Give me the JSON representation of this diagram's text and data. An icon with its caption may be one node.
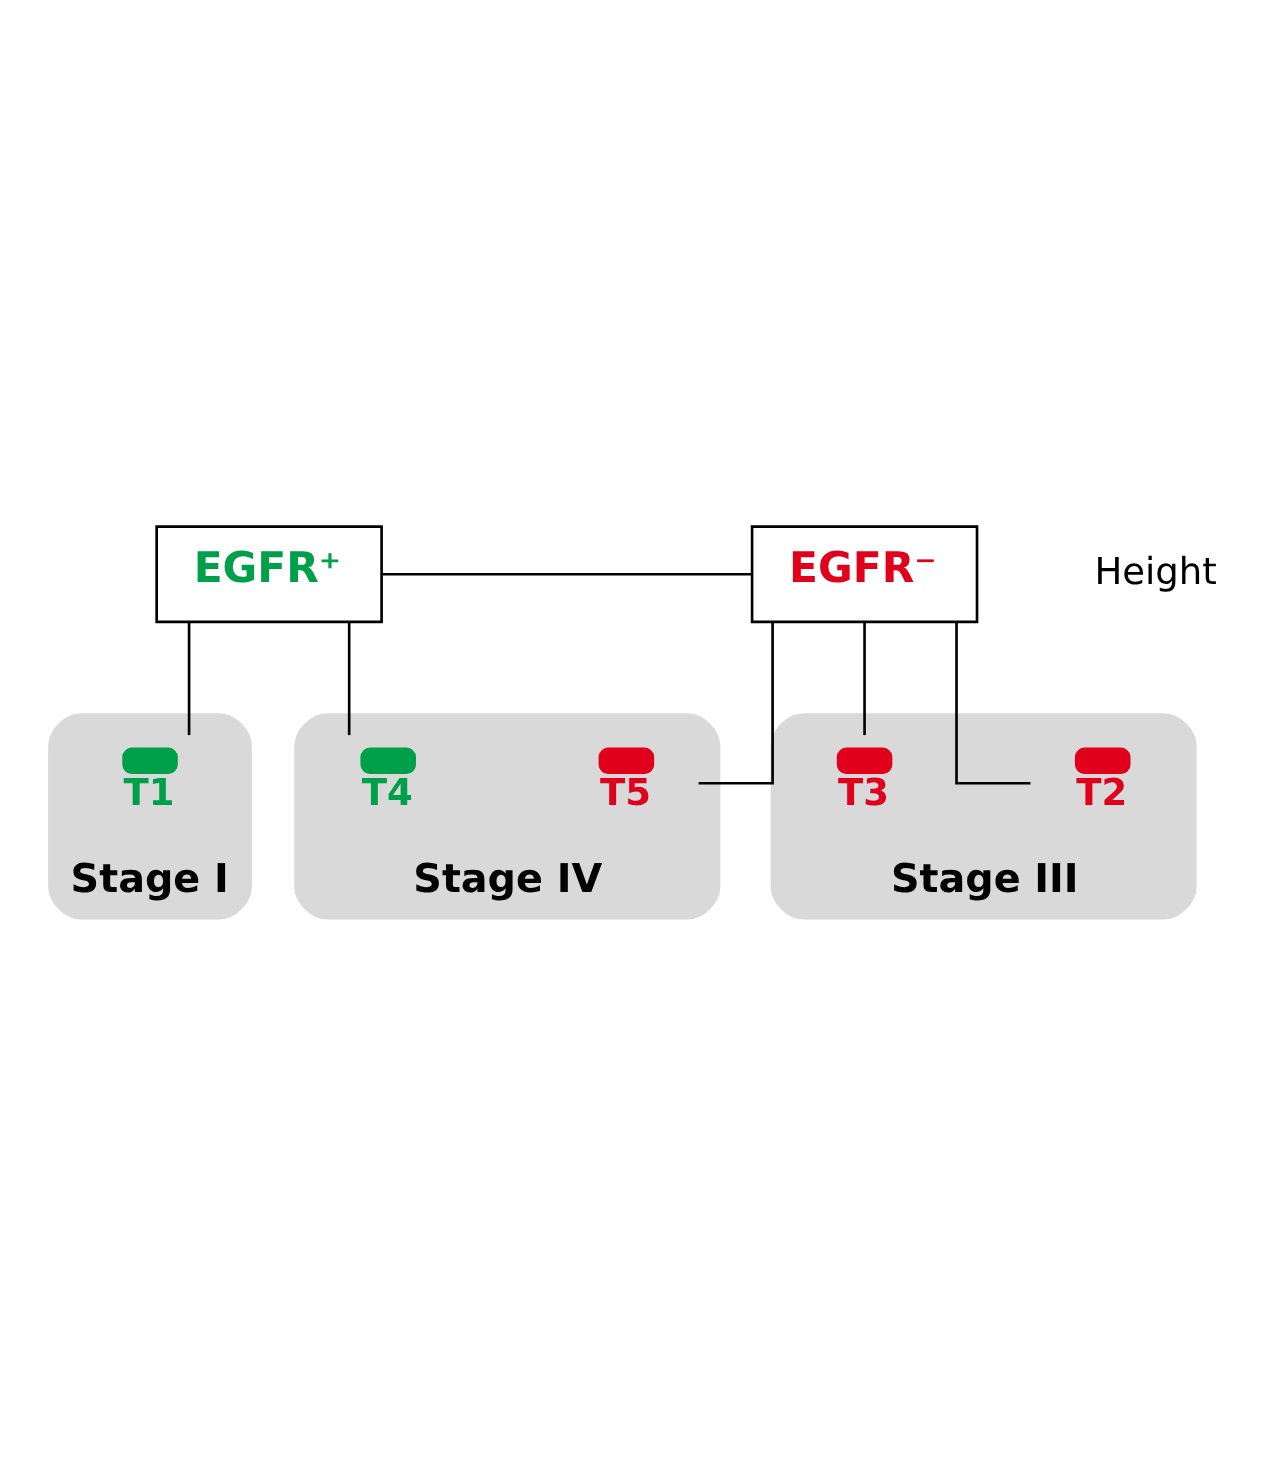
{
  "diagram": {
    "nodes": [
      {
        "text": [
          "EGFR⁺"
        ]
      },
      {
        "text": [
          "EGFR⁻"
        ]
      },
      {
        "text": [
          "Stage I"
        ]
      },
      {
        "text": [
          "T1"
        ],
        "in": 2
      },
      {
        "text": [
          "Stage IV"
        ]
      },
      {
        "text": [
          "T4"
        ],
        "in": 4
      },
      {
        "text": [
          "T5"
        ],
        "in": 4
      },
      {
        "text": [
          "Stage III"
        ]
      },
      {
        "text": [
          "T2"
        ],
        "in": 7
      },
      {
        "text": [
          "T3"
        ],
        "in": 7
      }
    ],
    "edges": [
      {
        "from": 0,
        "to": 1,
        "arrow": "none"
      },
      {
        "from": 0,
        "to": 3,
        "arrow": "none"
      },
      {
        "from": 0,
        "to": 5,
        "arrow": "none"
      },
      {
        "from": 1,
        "to": 6,
        "arrow": "none"
      },
      {
        "from": 1,
        "to": 8,
        "arrow": "none"
      },
      {
        "from": 1,
        "to": 9,
        "arrow": "none"
      }
    ],
    "labels": [
      "Height"
    ]
  }
}
